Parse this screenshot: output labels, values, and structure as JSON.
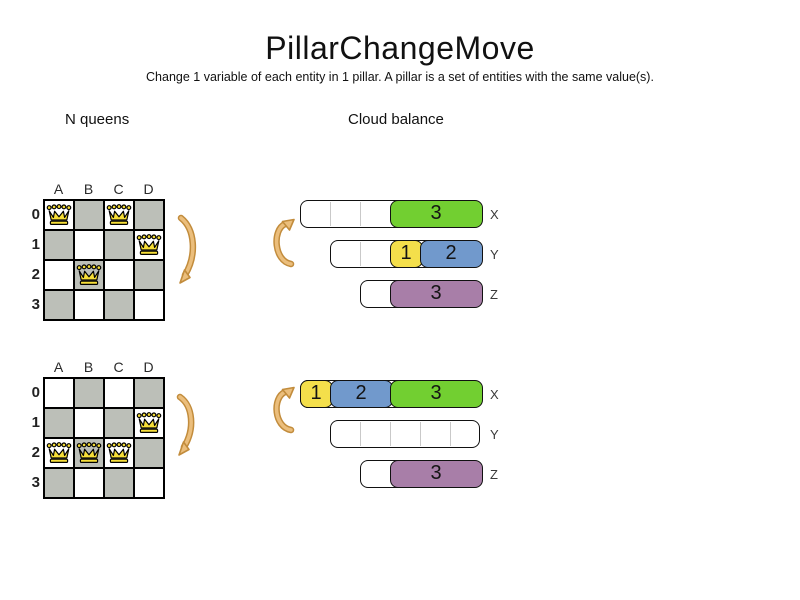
{
  "title": "PillarChangeMove",
  "subtitle": "Change 1 variable of each entity in 1 pillar. A pillar is a set of entities with the same value(s).",
  "sections": {
    "left_label": "N queens",
    "right_label": "Cloud balance"
  },
  "colors": {
    "green": "#72cf31",
    "yellow": "#f4df4b",
    "blue": "#7199cc",
    "purple": "#a87ea8",
    "board_dark_square": "#bcbfb8",
    "arrow_light": "#ebbe7c",
    "arrow_dark": "#c28c3c",
    "queen_yellow": "#f6de38"
  },
  "boards": [
    {
      "name": "nqueens-before",
      "columns": [
        "A",
        "B",
        "C",
        "D"
      ],
      "rows": [
        "0",
        "1",
        "2",
        "3"
      ],
      "queens": [
        {
          "col": "A",
          "row": "0"
        },
        {
          "col": "C",
          "row": "0"
        },
        {
          "col": "D",
          "row": "1"
        },
        {
          "col": "B",
          "row": "2"
        }
      ]
    },
    {
      "name": "nqueens-after",
      "columns": [
        "A",
        "B",
        "C",
        "D"
      ],
      "rows": [
        "0",
        "1",
        "2",
        "3"
      ],
      "queens": [
        {
          "col": "D",
          "row": "1"
        },
        {
          "col": "A",
          "row": "2"
        },
        {
          "col": "B",
          "row": "2"
        },
        {
          "col": "C",
          "row": "2"
        }
      ]
    }
  ],
  "cloud_states": [
    {
      "name": "cloud-before",
      "bars": [
        {
          "label": "X",
          "capacity": 6,
          "segments": [
            {
              "value": "3",
              "size": 3,
              "color": "green"
            }
          ]
        },
        {
          "label": "Y",
          "capacity": 5,
          "segments": [
            {
              "value": "1",
              "size": 1,
              "color": "yellow"
            },
            {
              "value": "2",
              "size": 2,
              "color": "blue"
            }
          ]
        },
        {
          "label": "Z",
          "capacity": 4,
          "segments": [
            {
              "value": "3",
              "size": 3,
              "color": "purple"
            }
          ]
        }
      ]
    },
    {
      "name": "cloud-after",
      "bars": [
        {
          "label": "X",
          "capacity": 6,
          "segments": [
            {
              "value": "1",
              "size": 1,
              "color": "yellow"
            },
            {
              "value": "2",
              "size": 2,
              "color": "blue"
            },
            {
              "value": "3",
              "size": 3,
              "color": "green"
            }
          ]
        },
        {
          "label": "Y",
          "capacity": 5,
          "segments": []
        },
        {
          "label": "Z",
          "capacity": 4,
          "segments": [
            {
              "value": "3",
              "size": 3,
              "color": "purple"
            }
          ]
        }
      ]
    }
  ]
}
